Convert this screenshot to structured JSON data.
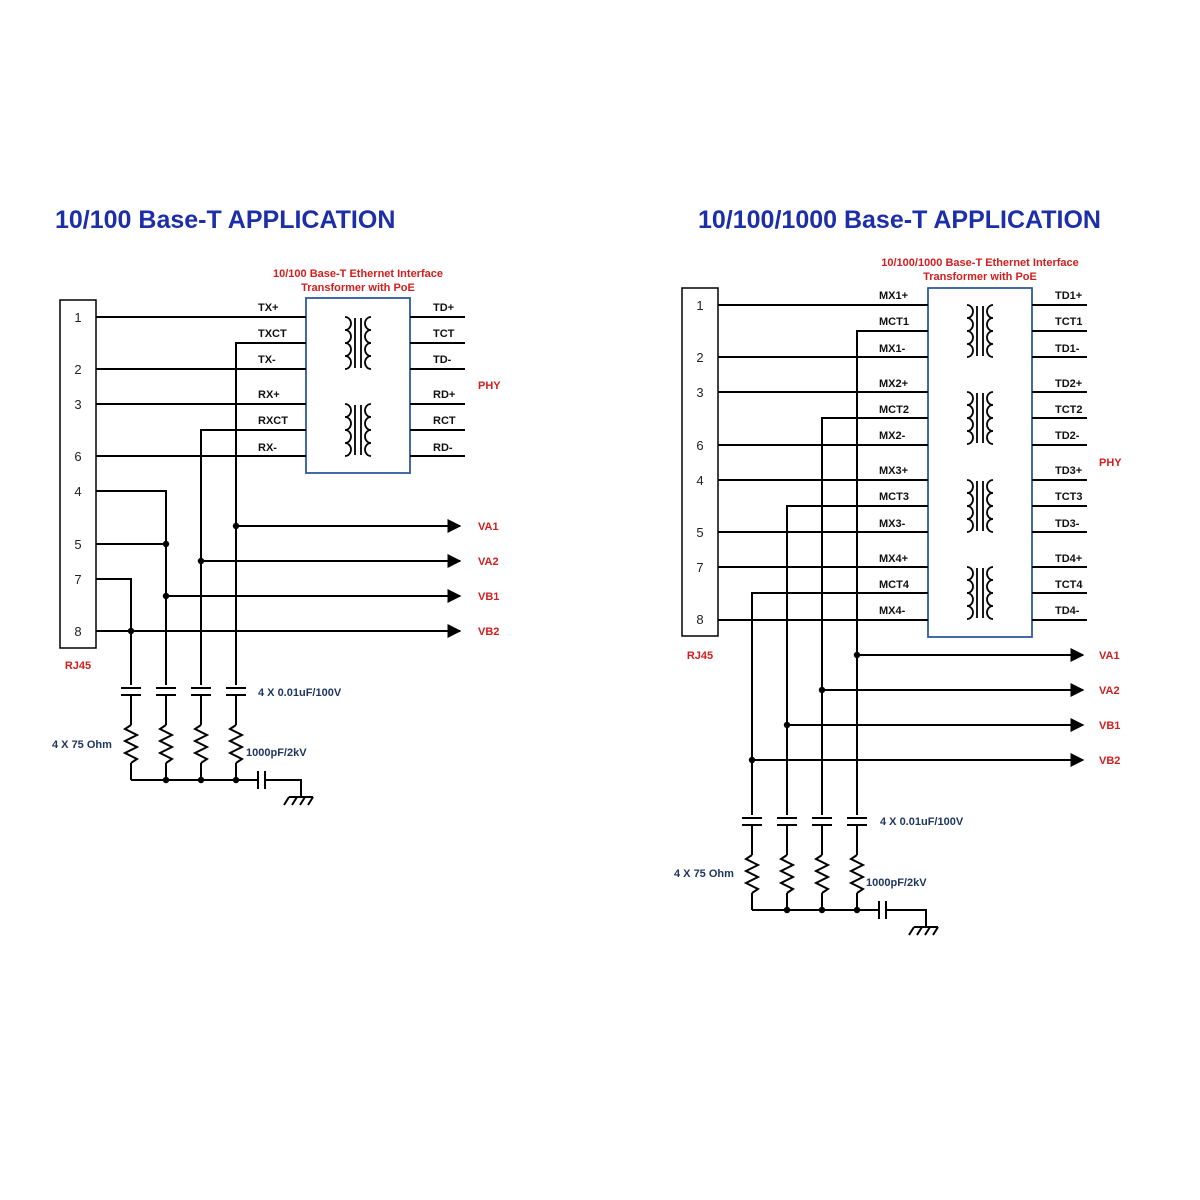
{
  "colors": {
    "title": "#1c2fa8",
    "red": "#d21e1e",
    "box": "#2e5a9c",
    "note": "#1f3560",
    "wire": "#000000"
  },
  "left": {
    "title": "10/100  Base-T  APPLICATION",
    "sub1": "10/100 Base-T Ethernet Interface",
    "sub2": "Transformer with PoE",
    "connector": "RJ45",
    "pins": [
      "1",
      "2",
      "3",
      "6",
      "4",
      "5",
      "7",
      "8"
    ],
    "mx": [
      "TX+",
      "TXCT",
      "TX-",
      "RX+",
      "RXCT",
      "RX-"
    ],
    "td": [
      "TD+",
      "TCT",
      "TD-",
      "RD+",
      "RCT",
      "RD-"
    ],
    "phy": "PHY",
    "outs": [
      "VA1",
      "VA2",
      "VB1",
      "VB2"
    ],
    "cap_note": "4 X 0.01uF/100V",
    "res_note": "4 X 75 Ohm",
    "hv_note": "1000pF/2kV"
  },
  "right": {
    "title": "10/100/1000  Base-T  APPLICATION",
    "sub1": "10/100/1000 Base-T Ethernet Interface",
    "sub2": "Transformer with PoE",
    "connector": "RJ45",
    "pins": [
      "1",
      "2",
      "3",
      "6",
      "4",
      "5",
      "7",
      "8"
    ],
    "mx": [
      "MX1+",
      "MCT1",
      "MX1-",
      "MX2+",
      "MCT2",
      "MX2-",
      "MX3+",
      "MCT3",
      "MX3-",
      "MX4+",
      "MCT4",
      "MX4-"
    ],
    "td": [
      "TD1+",
      "TCT1",
      "TD1-",
      "TD2+",
      "TCT2",
      "TD2-",
      "TD3+",
      "TCT3",
      "TD3-",
      "TD4+",
      "TCT4",
      "TD4-"
    ],
    "phy": "PHY",
    "outs": [
      "VA1",
      "VA2",
      "VB1",
      "VB2"
    ],
    "cap_note": "4 X 0.01uF/100V",
    "res_note": "4 X 75 Ohm",
    "hv_note": "1000pF/2kV"
  }
}
